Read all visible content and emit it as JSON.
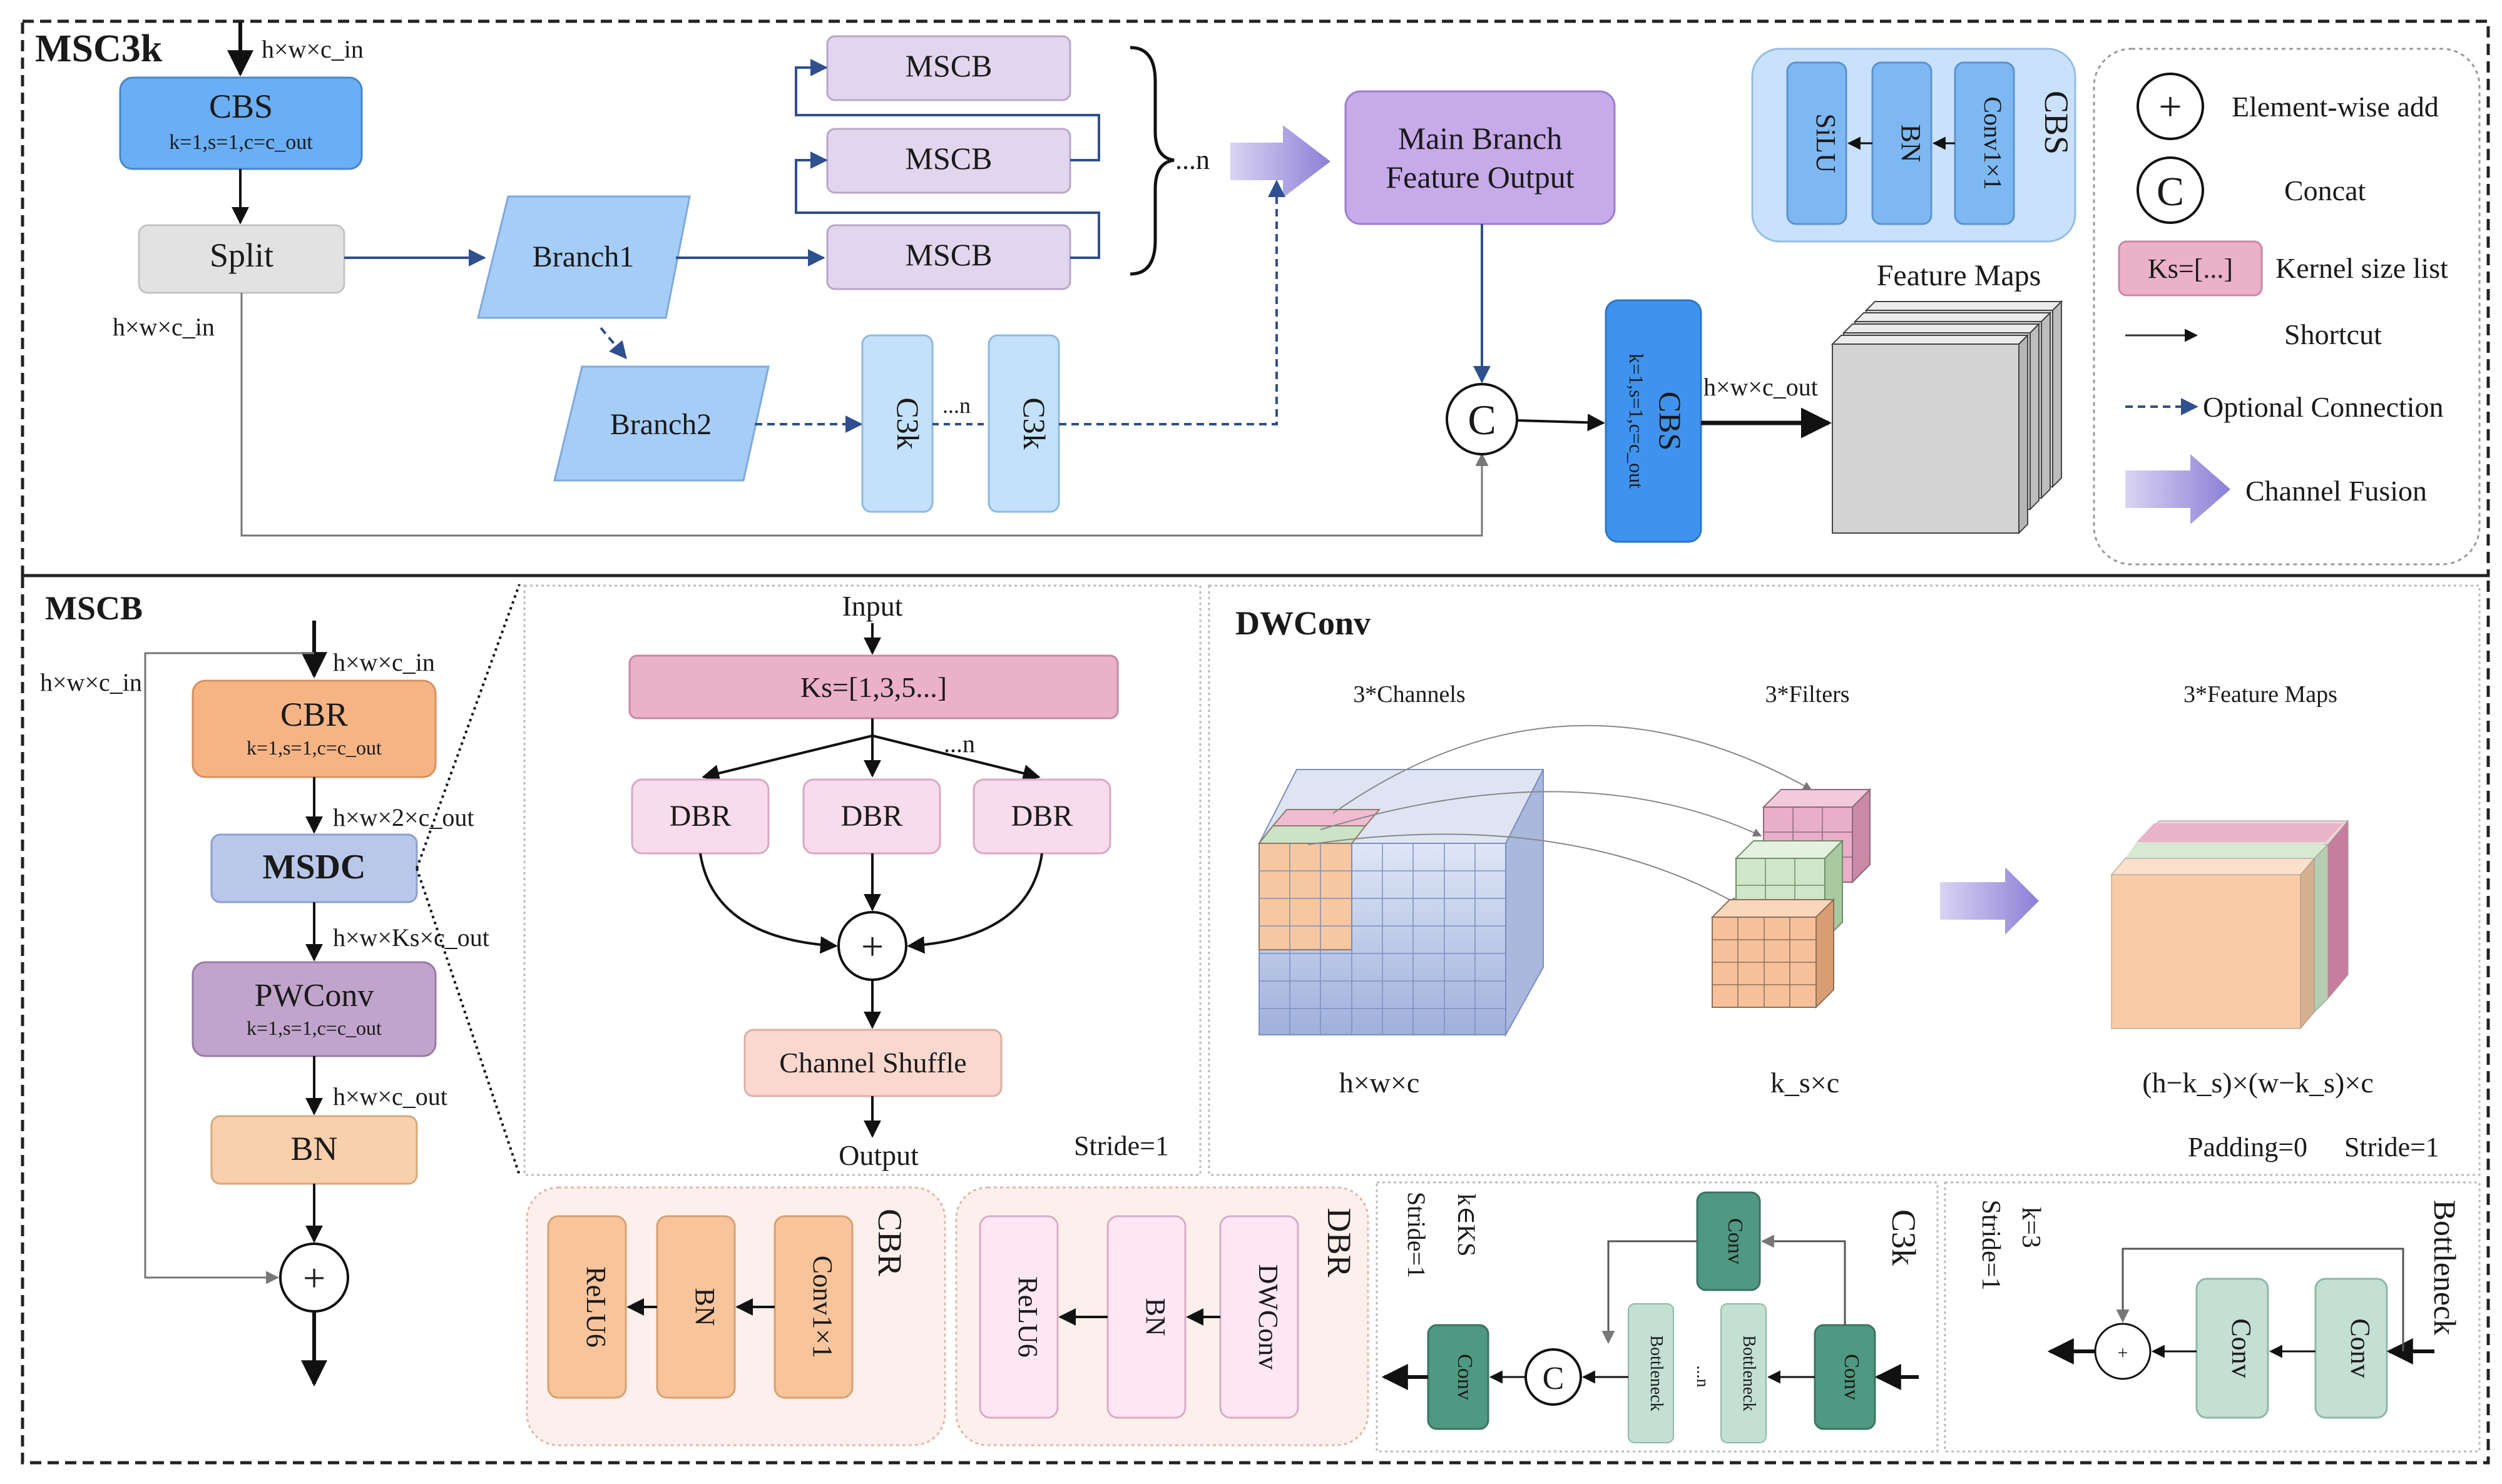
{
  "colors": {
    "cbs_blue": "#6aaef5",
    "split_gray": "#e2e2e2",
    "branch_blue": "#a5cdf7",
    "mscb_purple": "#e2d6ee",
    "main_purple": "#c6aae9",
    "c3k_blue": "#c4e1fb",
    "cbr_orange": "#f6b484",
    "msdc_blue": "#b9c8ea",
    "pwconv_purple": "#c1a4cc",
    "bn_peach": "#f8d0ac",
    "ks_pink": "#ebb1c8",
    "dbr_pink": "#f8dceb",
    "shuffle_peach": "#fad8d0",
    "bottleneck_green": "#4f9882",
    "bottleneck_light": "#c4dfd4"
  },
  "msc3k": {
    "title": "MSC3k",
    "input_dim": "h×w×c_in",
    "cbs": {
      "label": "CBS",
      "params": "k=1,s=1,c=c_out"
    },
    "split": "Split",
    "split_dim": "h×w×c_in",
    "branch1": "Branch1",
    "branch2": "Branch2",
    "mscb": [
      "MSCB",
      "MSCB",
      "MSCB"
    ],
    "repeat": "...n",
    "c3k": [
      "C3k",
      "C3k"
    ],
    "c3k_repeat": "...n",
    "main_branch": [
      "Main Branch",
      "Feature Output"
    ],
    "concat": "C",
    "cbs_out": {
      "label": "CBS",
      "params": "k=1,s=1,c=c_out"
    },
    "out_dim": "h×w×c_out",
    "feature_maps": "Feature Maps"
  },
  "cbs_detail": {
    "title": "CBS",
    "blocks": [
      "SiLU",
      "BN",
      "Conv1×1"
    ]
  },
  "legend": {
    "items": [
      {
        "symbol": "+",
        "label": "Element-wise add"
      },
      {
        "symbol": "C",
        "label": "Concat"
      },
      {
        "symbol": "Ks=[...]",
        "label": "Kernel size list"
      },
      {
        "symbol": "",
        "label": "Shortcut"
      },
      {
        "symbol": "",
        "label": "Optional Connection"
      },
      {
        "symbol": "",
        "label": "Channel Fusion"
      }
    ]
  },
  "mscb": {
    "title": "MSCB",
    "input_dim": "h×w×c_in",
    "skip_dim": "h×w×c_in",
    "cbr": {
      "label": "CBR",
      "params": "k=1,s=1,c=c_out"
    },
    "dim2": "h×w×2×c_out",
    "msdc": "MSDC",
    "dim3": "h×w×Ks×c_out",
    "pwconv": {
      "label": "PWConv",
      "params": "k=1,s=1,c=c_out"
    },
    "dim4": "h×w×c_out",
    "bn": "BN",
    "add": "+"
  },
  "msdc_detail": {
    "input": "Input",
    "ks": "Ks=[1,3,5...]",
    "repeat": "...n",
    "dbr": [
      "DBR",
      "DBR",
      "DBR"
    ],
    "add": "+",
    "shuffle": "Channel Shuffle",
    "output": "Output",
    "stride": "Stride=1"
  },
  "dwconv": {
    "title": "DWConv",
    "channels_label": "3*Channels",
    "filters_label": "3*Filters",
    "maps_label": "3*Feature Maps",
    "input_dim": "h×w×c",
    "kernel_dim": "k_s×c",
    "output_dim": "(h−k_s)×(w−k_s)×c",
    "padding": "Padding=0",
    "stride": "Stride=1"
  },
  "cbr_detail": {
    "title": "CBR",
    "blocks": [
      "ReLU6",
      "BN",
      "Conv1×1"
    ]
  },
  "dbr_detail": {
    "title": "DBR",
    "blocks": [
      "ReLU6",
      "BN",
      "DWConv"
    ]
  },
  "c3k_detail": {
    "title": "C3k",
    "kernel": "k∈KS",
    "stride": "Stride=1",
    "conv": [
      "Conv",
      "Conv",
      "Conv"
    ],
    "bottleneck": [
      "Bottleneck",
      "Bottleneck"
    ],
    "repeat": "...n",
    "concat": "C"
  },
  "bottleneck_detail": {
    "title": "Bottleneck",
    "kernel": "k=3",
    "stride": "Stride=1",
    "conv": [
      "Conv",
      "Conv"
    ],
    "add": "+"
  }
}
